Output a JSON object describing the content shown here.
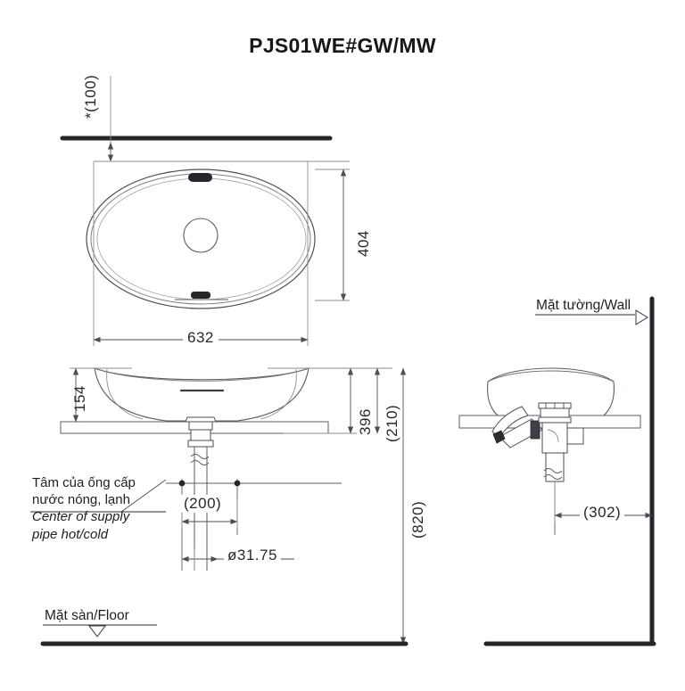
{
  "document": {
    "title": "PJS01WE#GW/MW",
    "type": "technical-drawing",
    "product": "counter-top washbasin",
    "units": "mm"
  },
  "views": {
    "top": {
      "name": "top-view"
    },
    "front": {
      "name": "front-view-section"
    },
    "side": {
      "name": "side-view-section"
    }
  },
  "dimensions": {
    "wall_offset": "*(100)",
    "basin_width": "632",
    "basin_depth": "404",
    "bowl_height": "154",
    "counter_to_floor_396": "396",
    "trap_height": "(210)",
    "total_height": "(820)",
    "supply_spacing": "(200)",
    "drain_diameter": "ø31.75",
    "wall_to_drain": "(302)"
  },
  "labels": {
    "wall": "Mặt tường/Wall",
    "floor": "Mặt sàn/Floor",
    "supply_vi_line1": "Tâm của ống cấp",
    "supply_vi_line2": "nước nóng, lạnh",
    "supply_en_line1": "Center of supply",
    "supply_en_line2": "pipe hot/cold"
  },
  "colors": {
    "ink": "#1c1f23",
    "line": "#5a5f66",
    "thick": "#23262b",
    "fill": "#ffffff"
  }
}
